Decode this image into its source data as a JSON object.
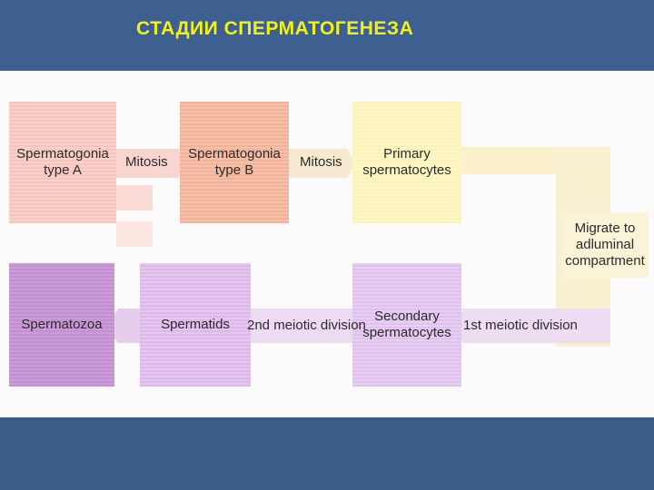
{
  "slide": {
    "title": "СТАДИИ СПЕРМАТОГЕНЕЗА",
    "colors": {
      "background": "#3d5f8c",
      "title": "#f2f21a",
      "panel": "#fbfbfb"
    }
  },
  "diagram": {
    "nodes": {
      "spermatogonia_a": {
        "line1": "Spermatogonia",
        "line2": "type A",
        "color": "#f6c4bd"
      },
      "spermatogonia_b": {
        "line1": "Spermatogonia",
        "line2": "type B",
        "color": "#f2b29a"
      },
      "primary_spermatocytes": {
        "line1": "Primary",
        "line2": "spermatocytes",
        "color": "#fbf2b6"
      },
      "secondary_spermatocytes": {
        "line1": "Secondary",
        "line2": "spermatocytes",
        "color": "#e0c0ec"
      },
      "spermatids": {
        "line1": "Spermatids",
        "color": "#dcb8e8"
      },
      "spermatozoa": {
        "line1": "Spermatozoa",
        "color": "#c28fd0"
      }
    },
    "transitions": {
      "mitosis_1": "Mitosis",
      "mitosis_2": "Mitosis",
      "migrate": {
        "line1": "Migrate to",
        "line2": "adluminal",
        "line3": "compartment"
      },
      "meiosis_1": "1st meiotic division",
      "meiosis_2": "2nd meiotic division"
    }
  }
}
